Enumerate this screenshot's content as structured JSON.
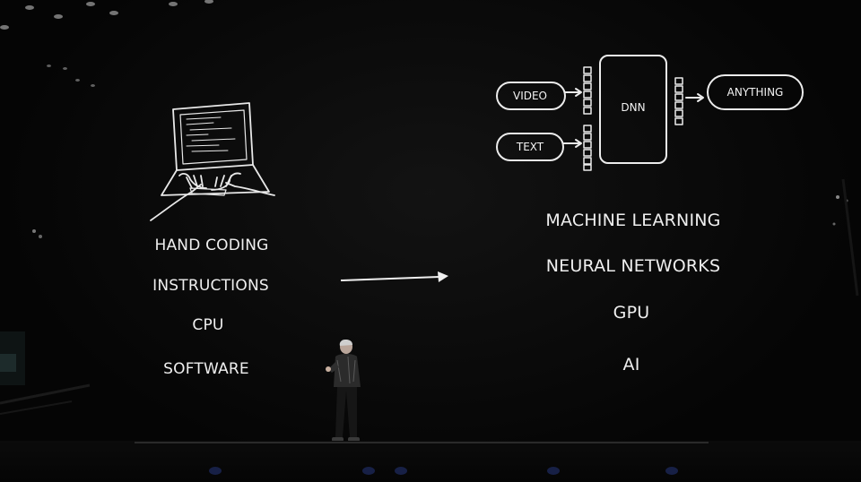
{
  "left_column": {
    "items": [
      "HAND CODING",
      "INSTRUCTIONS",
      "CPU",
      "SOFTWARE"
    ]
  },
  "right_column": {
    "items": [
      "MACHINE LEARNING",
      "NEURAL NETWORKS",
      "GPU",
      "AI"
    ]
  },
  "dnn_diagram": {
    "inputs": [
      "VIDEO",
      "TEXT"
    ],
    "model": "DNN",
    "output": "ANYTHING"
  },
  "colors": {
    "background": "#050505",
    "chalk": "#efefef",
    "audience_light": "#1d2a5c"
  },
  "icons": [
    "laptop-typing-icon",
    "transition-arrow-icon"
  ]
}
